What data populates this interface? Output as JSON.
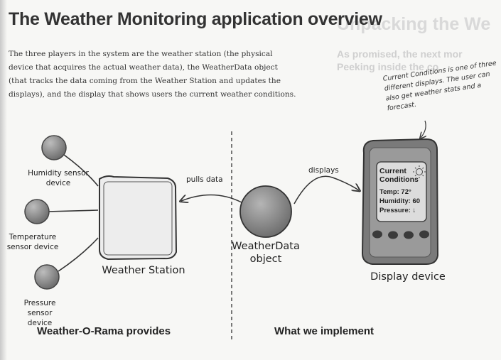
{
  "title": "The Weather Monitoring application overview",
  "intro": "The three players in the system are the weather station (the physical device that acquires the actual weather data), the WeatherData object (that tracks the data coming from the Weather Station and updates the displays), and the display that shows users the current weather conditions.",
  "handnote": "Current Conditions is one of three different displays. The user can also get weather stats and a forecast.",
  "sensors": [
    {
      "label": "Humidity sensor device"
    },
    {
      "label": "Temperature sensor device"
    },
    {
      "label": "Pressure sensor device"
    }
  ],
  "station_label": "Weather Station",
  "weatherdata_label": "WeatherData object",
  "display_label": "Display device",
  "arrows": {
    "pulls": "pulls data",
    "displays": "displays"
  },
  "screen": {
    "heading1": "Current",
    "heading2": "Conditions",
    "temp": "Temp: 72°",
    "humidity": "Humidity: 60",
    "pressure": "Pressure: ↓"
  },
  "footer": {
    "left": "Weather-O-Rama provides",
    "right": "What we implement"
  },
  "ghost": {
    "title": "Unpacking the We",
    "line1": "As promised, the next mor",
    "line2": "Peeking inside the co"
  },
  "colors": {
    "sensor_fill": "#8f8f8f",
    "station_fill": "#eeeeee",
    "display_body": "#777777",
    "screen_fill": "#d8d8d8"
  }
}
